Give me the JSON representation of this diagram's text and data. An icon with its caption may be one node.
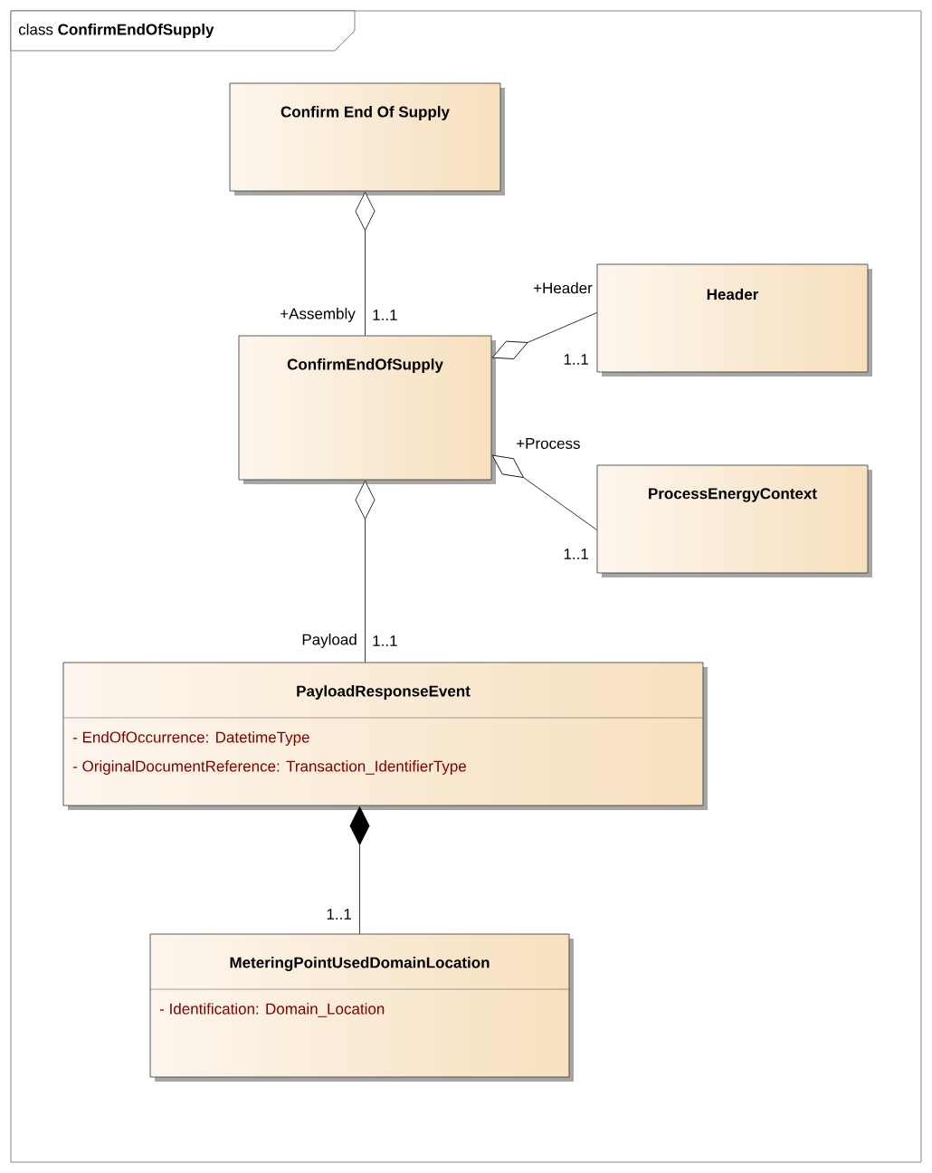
{
  "diagram": {
    "title": "class **ConfirmEndOfSupply**",
    "nodes": [
      {
        "text": [],
        "shape": "box"
      },
      {
        "text": [
          "Confirm End Of Supply"
        ],
        "in": 0
      },
      {
        "text": [
          "ConfirmEndOfSupply"
        ],
        "in": 0
      },
      {
        "text": [
          "Header"
        ],
        "in": 0
      },
      {
        "text": [
          "ProcessEnergyContext"
        ],
        "in": 0
      },
      {
        "text": [
          "PayloadResponseEvent",
          "-    EndOfOccurrence: DatetimeType",
          "-    OriginalDocumentReference: Transaction_IdentifierType"
        ],
        "in": 0
      },
      {
        "text": [
          "MeteringPointUsedDomainLocation",
          "-    Identification: Domain_Location"
        ],
        "in": 0
      }
    ],
    "edges": [
      {
        "from": 2,
        "to": 1,
        "arrow": "other"
      },
      {
        "from": 3,
        "to": 2,
        "arrow": "other"
      },
      {
        "from": 4,
        "to": 2,
        "arrow": "other"
      },
      {
        "from": 5,
        "to": 2,
        "arrow": "other"
      },
      {
        "from": 6,
        "to": 5,
        "arrow": "other"
      }
    ],
    "labels": [
      "+Assembly",
      "1..1",
      "+Header",
      "1..1",
      "+Process",
      "1..1",
      "Payload",
      "1..1",
      "1..1"
    ]
  }
}
